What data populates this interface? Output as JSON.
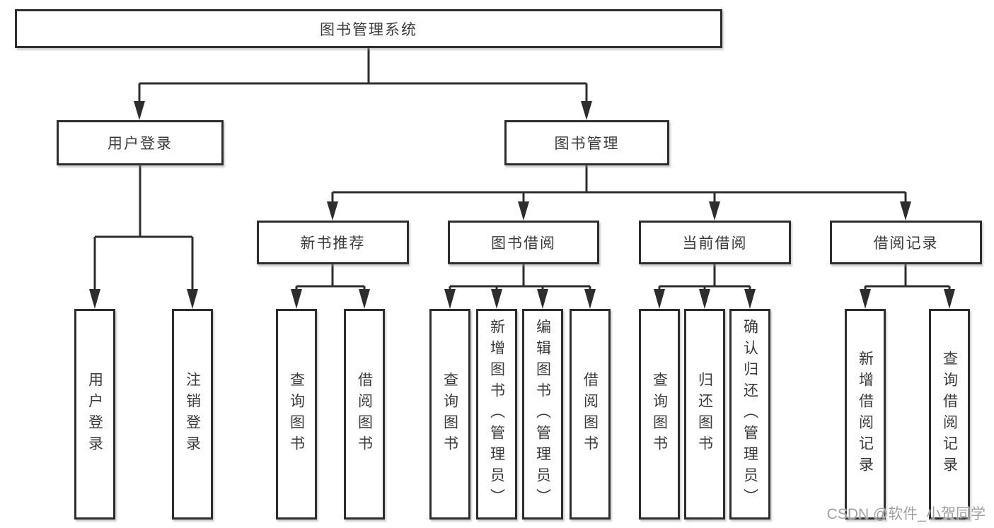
{
  "diagram": {
    "type": "hierarchy-structure-chart",
    "root": {
      "label": "图书管理系统"
    },
    "level2": [
      {
        "label": "用户登录"
      },
      {
        "label": "图书管理"
      }
    ],
    "level3": [
      {
        "label": "新书推荐"
      },
      {
        "label": "图书借阅"
      },
      {
        "label": "当前借阅"
      },
      {
        "label": "借阅记录"
      }
    ],
    "leaves": {
      "user_login": [
        "用户登录",
        "注销登录"
      ],
      "new_books": [
        "查询图书",
        "借阅图书"
      ],
      "book_borrow": [
        "查询图书",
        "新增图书（管理员）",
        "编辑图书（管理员）",
        "借阅图书"
      ],
      "current_borrow": [
        "查询图书",
        "归还图书",
        "确认归还（管理员）"
      ],
      "borrow_records": [
        "新增借阅记录",
        "查询借阅记录"
      ]
    },
    "watermark": "CSDN @软件_小贺同学",
    "colors": {
      "line": "#2d2d2d",
      "border": "#2d2d2d",
      "text": "#3a3a3a",
      "watermark": "#9b9b9b",
      "background": "#ffffff"
    }
  }
}
